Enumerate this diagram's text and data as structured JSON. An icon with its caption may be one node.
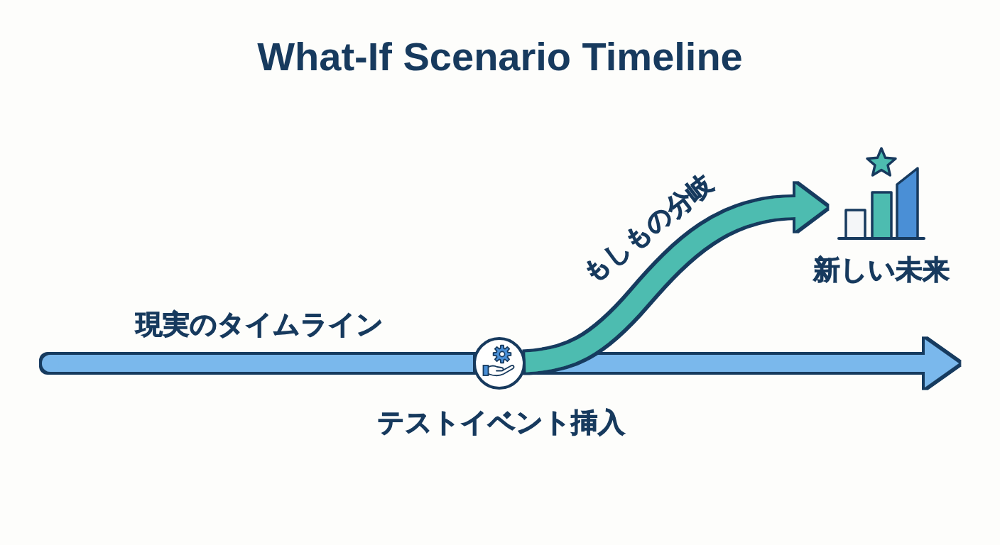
{
  "diagram": {
    "title": "What-If Scenario Timeline",
    "nodes": [
      {
        "text": [],
        "shape": "circle",
        "beside": [
          "テストイベント挿入"
        ]
      },
      {
        "text": [],
        "shape": "picture",
        "beside": [
          "新しい未来"
        ]
      }
    ],
    "edges": [
      {
        "from": null,
        "to": 0,
        "arrow": "none",
        "label": "現実のタイムライン"
      },
      {
        "from": 0,
        "to": null,
        "arrow": "to"
      },
      {
        "from": 0,
        "to": 1,
        "arrow": "to",
        "label": "もしもの分岐",
        "color": "#4dbcb0"
      }
    ]
  }
}
